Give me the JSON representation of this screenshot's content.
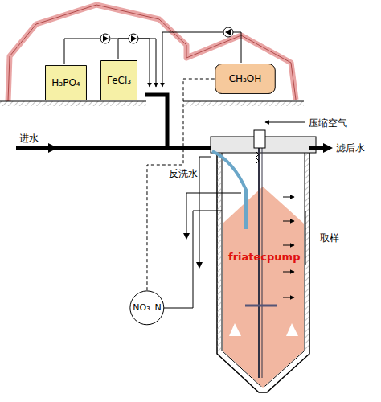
{
  "diagram": {
    "nodes": [
      {
        "text": [
          "H₃PO₄"
        ]
      },
      {
        "text": [
          "FeCl₃"
        ]
      },
      {
        "text": [
          "CH₃OH"
        ]
      },
      {
        "text": [
          "NO₃⁻N"
        ]
      }
    ],
    "edges": [
      {
        "from": 3,
        "to": 2,
        "arrow": "none"
      }
    ],
    "labels": [
      "进水",
      "压缩空气",
      "滤后水",
      "反洗水",
      "取样",
      "friatecpump"
    ]
  }
}
